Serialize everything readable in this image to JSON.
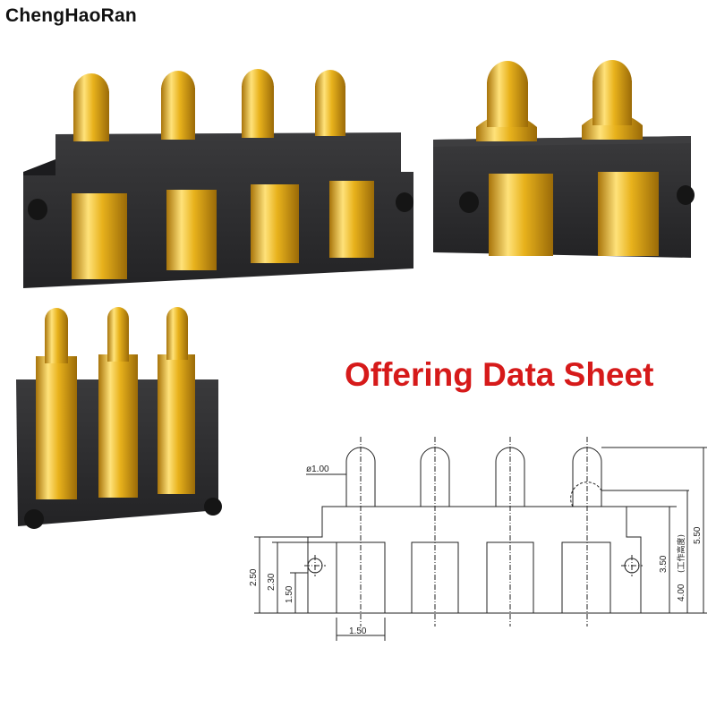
{
  "brand": {
    "name": "ChengHaoRan"
  },
  "headline": "Offering Data Sheet",
  "colors": {
    "housing": "#2b2b2d",
    "housing_shade": "#1c1c1e",
    "gold": "#e8b21c",
    "gold_light": "#ffe27a",
    "gold_dark": "#a8740a",
    "headline": "#d61a1a",
    "line": "#222222"
  },
  "products": [
    {
      "name": "4-pin pogo connector, horizontal",
      "pin_count": 4
    },
    {
      "name": "2-pin pogo connector, stepped pin",
      "pin_count": 2
    },
    {
      "name": "3-pin pogo connector, vertical",
      "pin_count": 3
    }
  ],
  "drawing": {
    "diameter_label": "ø1.00",
    "dim_width": "1.50",
    "dim_left_outer": "2.50",
    "dim_left_mid": "2.30",
    "dim_left_inner": "1.50",
    "dim_right_1": "3.50",
    "dim_right_2_value": "4.00",
    "dim_right_2_note": "(工作高度)",
    "dim_right_3": "5.50"
  }
}
